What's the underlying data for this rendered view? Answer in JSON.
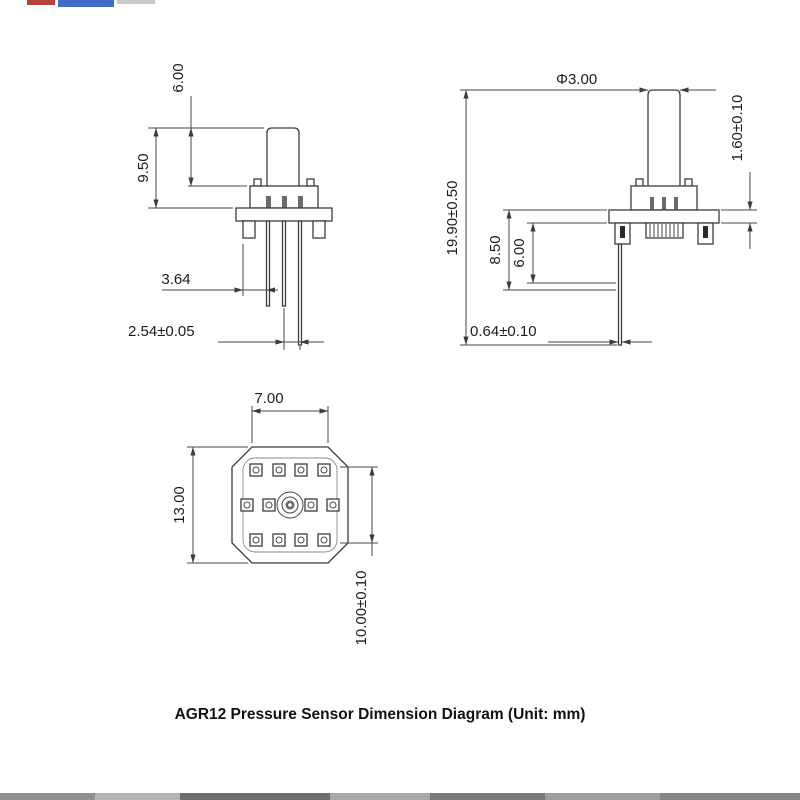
{
  "figure": {
    "caption": "AGR12 Pressure Sensor Dimension Diagram (Unit: mm)"
  },
  "front_view": {
    "tube_height": "6.00",
    "head_height": "9.50",
    "pin_offset": "3.64",
    "pin_pitch": "2.54±0.05"
  },
  "side_view": {
    "port_diameter": "Φ3.00",
    "flange_thickness": "1.60±0.10",
    "total_height": "19.90±0.50",
    "dim_a": "8.50",
    "dim_b": "6.00",
    "pin_width": "0.64±0.10"
  },
  "bottom_view": {
    "top_width": "7.00",
    "body_height": "13.00",
    "row_spacing": "10.00±0.10"
  },
  "colors": {
    "line": "#3c3c3c",
    "text": "#1c1c1c",
    "page_bg": "#ffffff",
    "top_fragment_red": "#b5453a",
    "top_fragment_blue": "#3f6bc9",
    "bottom_strip": "#8f8f8f"
  }
}
